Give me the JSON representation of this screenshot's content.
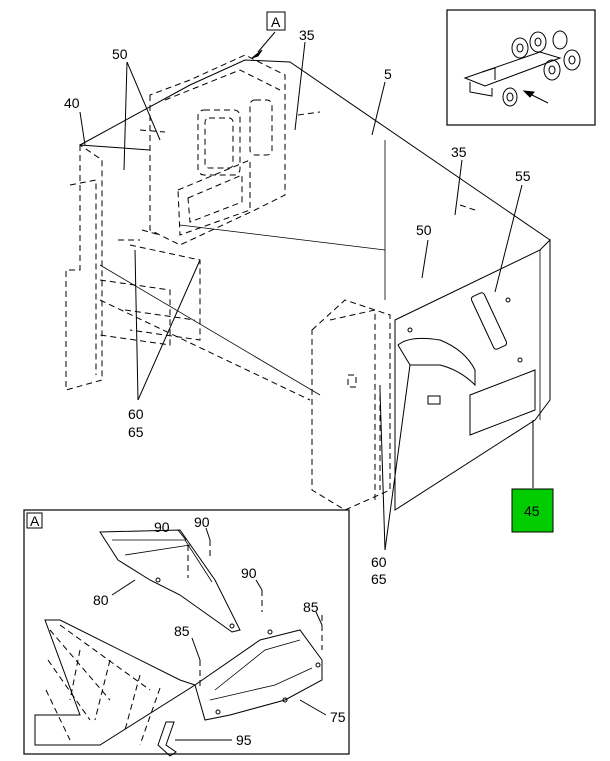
{
  "callouts": {
    "c5": "5",
    "c35a": "35",
    "c35b": "35",
    "c40": "40",
    "c45": "45",
    "c50a": "50",
    "c50b": "50",
    "c55": "55",
    "c60a": "60",
    "c65a": "65",
    "c60b": "60",
    "c65b": "65"
  },
  "detail": {
    "ref_letter": "A",
    "box_label": "A",
    "c75": "75",
    "c80": "80",
    "c85a": "85",
    "c85b": "85",
    "c90a": "90",
    "c90b": "90",
    "c90c": "90",
    "c95": "95"
  },
  "highlight_color": "#00cc00"
}
